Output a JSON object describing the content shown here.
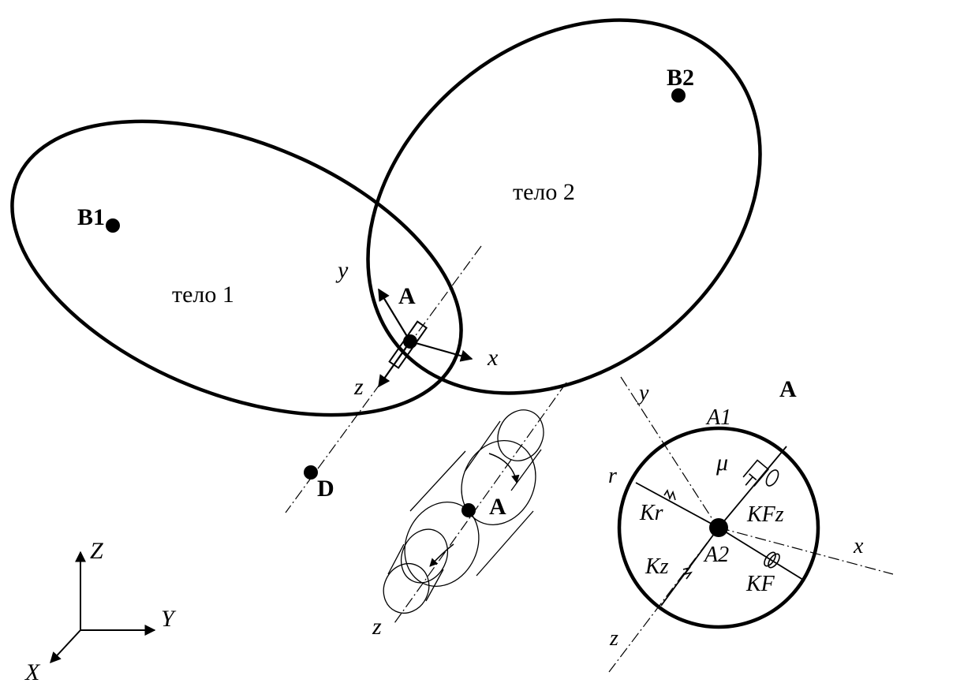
{
  "bodies": {
    "body1_label": "тело 1",
    "body2_label": "тело 2"
  },
  "points": {
    "b1": "B1",
    "b2": "B2",
    "a_joint": "A",
    "d": "D",
    "a_cyl": "A"
  },
  "local_axes": {
    "x": "x",
    "y": "y",
    "z": "z"
  },
  "cylinder_view": {
    "z": "z"
  },
  "detail": {
    "title": "A",
    "y": "y",
    "x": "x",
    "z": "z",
    "r": "r",
    "a1": "A1",
    "a2": "A2",
    "mu": "μ",
    "kr": "Kr",
    "kz": "Kz",
    "kfz": "KFz",
    "kf": "KF"
  },
  "global_axes": {
    "X": "X",
    "Y": "Y",
    "Z": "Z"
  }
}
